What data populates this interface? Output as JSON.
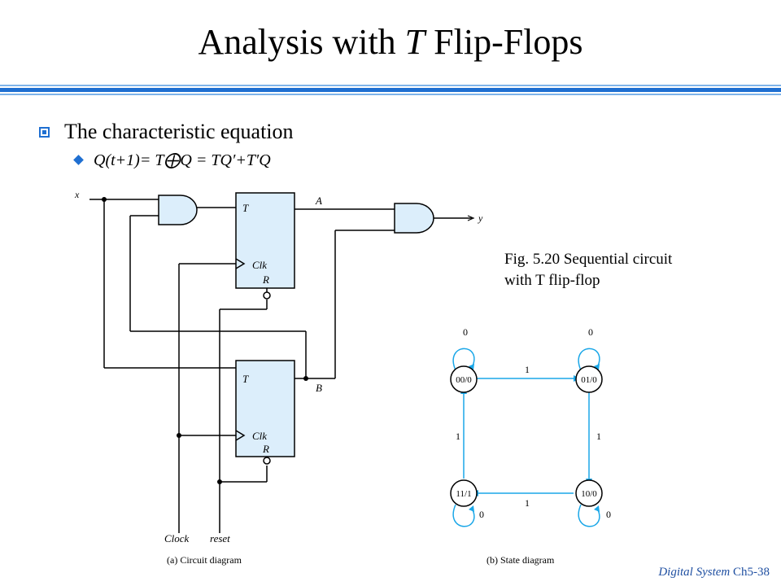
{
  "slide": {
    "title_main": "Analysis with ",
    "title_italic": "T",
    "title_rest": " Flip-Flops",
    "bullet": "The characteristic equation",
    "equation": "Q(t+1)= T⨁Q = TQ′+T′Q",
    "figure_caption": "Fig. 5.20 Sequential circuit\nwith T flip-flop",
    "footer_italic": "Digital System",
    "footer_page": " Ch5-38"
  },
  "circuit": {
    "input_x": "x",
    "output_y": "y",
    "ff_top_t": "T",
    "ff_top_clk": "Clk",
    "ff_top_r": "R",
    "ff_bottom_t": "T",
    "ff_bottom_clk": "Clk",
    "ff_bottom_r": "R",
    "label_a": "A",
    "label_b": "B",
    "label_clock": "Clock",
    "label_reset": "reset",
    "caption": "(a) Circuit diagram"
  },
  "state_diagram": {
    "states": [
      "00/0",
      "01/0",
      "10/0",
      "11/1"
    ],
    "self_loops": [
      "0",
      "0",
      "0",
      "0"
    ],
    "transitions": [
      {
        "from": "00/0",
        "to": "01/0",
        "label": "1"
      },
      {
        "from": "01/0",
        "to": "10/0",
        "label": "1"
      },
      {
        "from": "10/0",
        "to": "11/1",
        "label": "1"
      },
      {
        "from": "11/1",
        "to": "00/0",
        "label": "1"
      }
    ],
    "caption": "(b) State diagram"
  },
  "colors": {
    "accent_blue": "#1f6fd1",
    "fill_light_blue": "#dceefb",
    "edge_blue": "#1aa7e8"
  }
}
